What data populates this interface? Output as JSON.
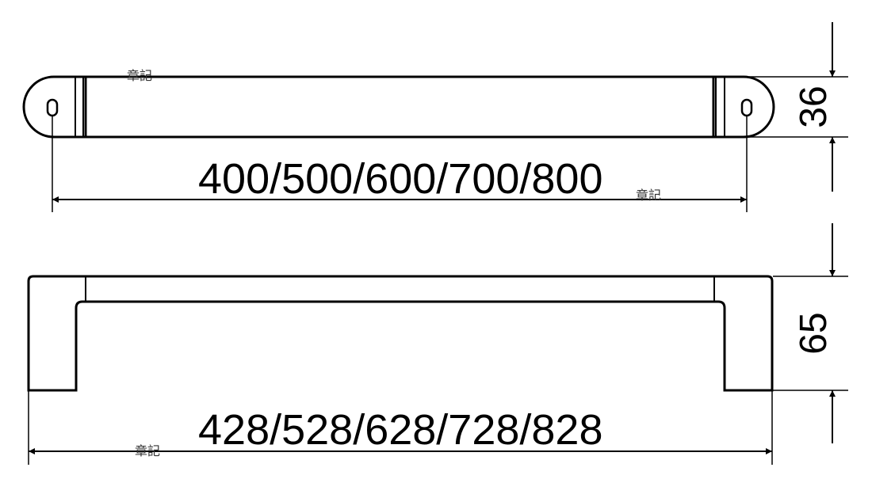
{
  "top_view": {
    "width_label": "400/500/600/700/800",
    "height_label": "36",
    "watermark_a": "章記",
    "watermark_b": "章記"
  },
  "side_view": {
    "width_label": "428/528/628/728/828",
    "height_label": "65",
    "watermark": "章記"
  },
  "colors": {
    "line": "#000000",
    "watermark": "#333333"
  }
}
